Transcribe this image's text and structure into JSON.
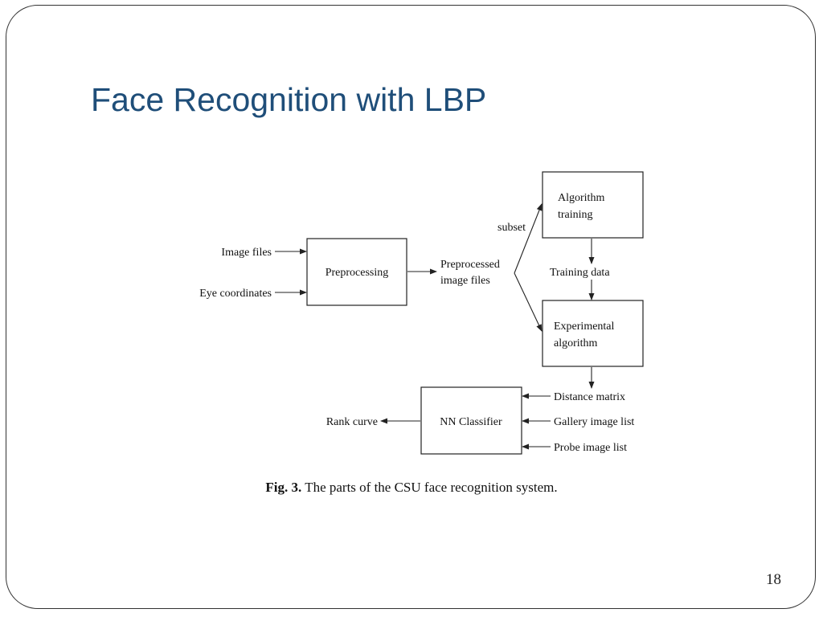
{
  "slide": {
    "title": "Face Recognition with LBP",
    "page_number": "18"
  },
  "diagram": {
    "inputs": {
      "image_files": "Image files",
      "eye_coordinates": "Eye coordinates"
    },
    "boxes": {
      "preprocessing": "Preprocessing",
      "algorithm_training": [
        "Algorithm",
        "training"
      ],
      "experimental_algorithm": [
        "Experimental",
        "algorithm"
      ],
      "nn_classifier": "NN Classifier"
    },
    "labels": {
      "preprocessed_image_files": [
        "Preprocessed",
        "image files"
      ],
      "subset": "subset",
      "training_data": "Training data",
      "distance_matrix": "Distance matrix",
      "gallery_image_list": "Gallery image list",
      "probe_image_list": "Probe image list",
      "rank_curve": "Rank curve"
    }
  },
  "caption": {
    "label": "Fig. 3.",
    "text": "The parts of the CSU face recognition system."
  }
}
